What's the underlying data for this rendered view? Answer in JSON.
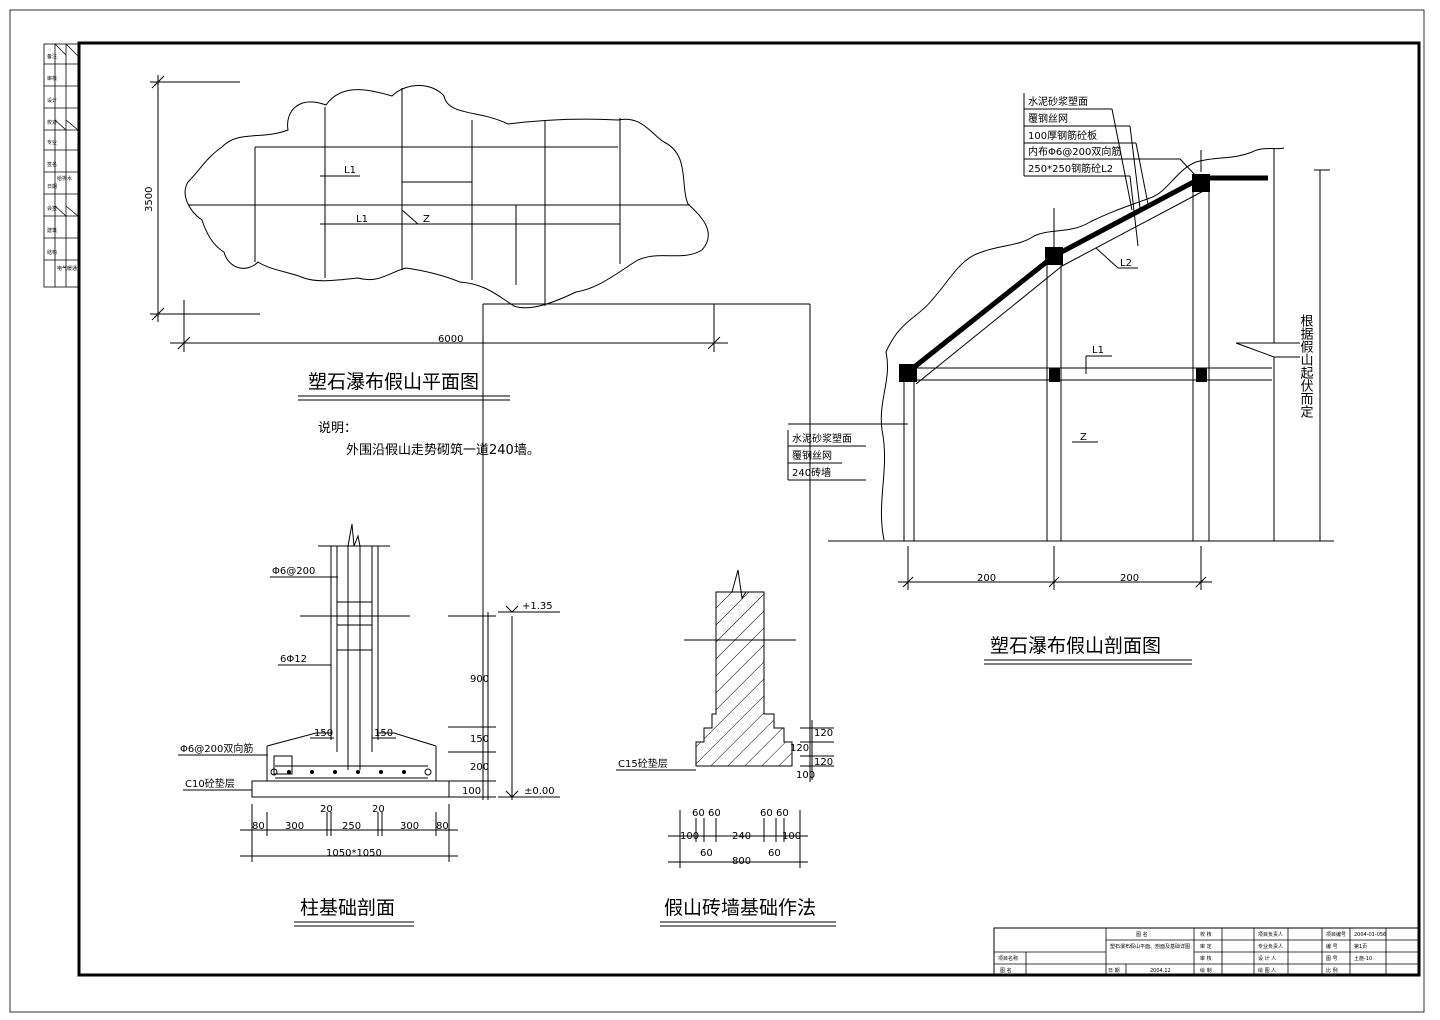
{
  "plan": {
    "title": "塑石瀑布假山平面图",
    "dim_width": "6000",
    "dim_height": "3500",
    "labels": [
      "L1",
      "L1",
      "Z"
    ]
  },
  "note": {
    "heading": "说明：",
    "text": "外围沿假山走势砌筑一道240墙。"
  },
  "section": {
    "title": "塑石瀑布假山剖面图",
    "roof_callout": [
      "水泥砂浆塑面",
      "覆钢丝网",
      "100厚钢筋砼板",
      "内布Φ6@200双向筋",
      "250*250钢筋砼L2"
    ],
    "wall_callout": [
      "水泥砂浆塑面",
      "覆钢丝网",
      "240砖墙"
    ],
    "label_l2": "L2",
    "label_l1": "L1",
    "label_z": "Z",
    "side_note": "根据假山起伏而定",
    "dims": [
      "200",
      "200"
    ]
  },
  "column_footing": {
    "title": "柱基础剖面",
    "rebar_stirrup": "Φ6@200",
    "rebar_main": "6Φ12",
    "rebar_bottom": "Φ6@200双向筋",
    "pad": "C10砼垫层",
    "dims_horizontal": [
      "80",
      "300",
      "250",
      "300",
      "80",
      "20",
      "20",
      "150",
      "150"
    ],
    "total": "1050*1050",
    "dims_vertical": [
      "900",
      "150",
      "200",
      "100"
    ],
    "elev_top": "+1.35",
    "elev_bottom": "±0.00"
  },
  "wall_footing": {
    "title": "假山砖墙基础作法",
    "pad": "C15砼垫层",
    "dims_vertical": [
      "120",
      "120",
      "120",
      "100"
    ],
    "dims_top": [
      "60",
      "60",
      "60",
      "60"
    ],
    "dims_mid": [
      "100",
      "240",
      "100"
    ],
    "dims_low": [
      "60",
      "60"
    ],
    "total": "800"
  },
  "title_block": {
    "rows": [
      [
        "图 名",
        "塑石瀑布假山平面、剖面及基础详图",
        "校 核",
        "项目负责人",
        "项目编号",
        "2004-01-056"
      ],
      [
        "",
        "",
        "审 定",
        "专业负责人",
        "编 号",
        "第1页"
      ],
      [
        "项目名称",
        "",
        "审 核",
        "设 计 人",
        "图 号",
        "土施-10"
      ],
      [
        "图 名",
        "",
        "日 期",
        "2004.12",
        "绘 制",
        "绘 图 人",
        "比 例",
        ""
      ]
    ]
  },
  "side_strip": {
    "cells": [
      "备注",
      "审核",
      "设计",
      "校对",
      "专业",
      "签名",
      "日期",
      "会签",
      "建筑",
      "结构",
      "给排水",
      "电气",
      "暖通"
    ]
  }
}
